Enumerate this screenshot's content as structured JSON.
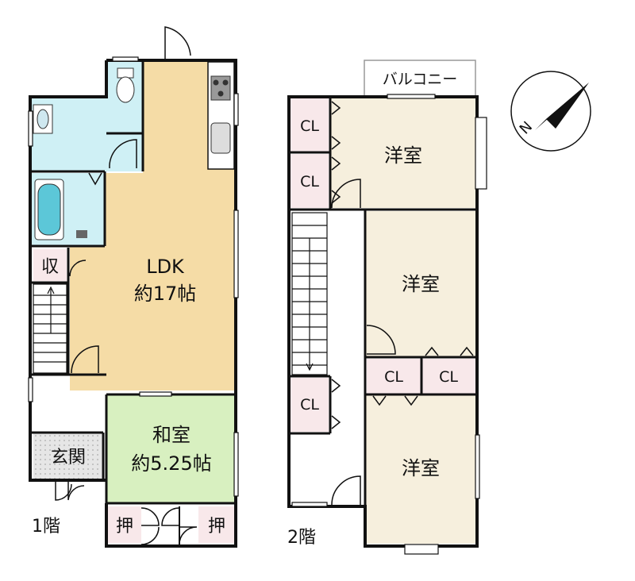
{
  "floor1": {
    "floor_label": "1階",
    "ldk_name": "LDK",
    "ldk_size": "約17帖",
    "washitsu_name": "和室",
    "washitsu_size": "約5.25帖",
    "storage_label": "収",
    "entrance_label": "玄関",
    "closet_left_label": "押",
    "closet_right_label": "押"
  },
  "floor2": {
    "floor_label": "2階",
    "balcony_label": "バルコニー",
    "room_top_label": "洋室",
    "room_mid_label": "洋室",
    "room_bottom_label": "洋室",
    "cl_label": "CL"
  },
  "compass": {
    "north_label": "N"
  },
  "colors": {
    "ldk": "#f5dca6",
    "wet": "#cff0f5",
    "washitsu": "#d8f0c0",
    "yoshitsu": "#f6efdd",
    "closet": "#f8e8ea",
    "entrance": "#e0e0e0",
    "wall": "#111111"
  }
}
